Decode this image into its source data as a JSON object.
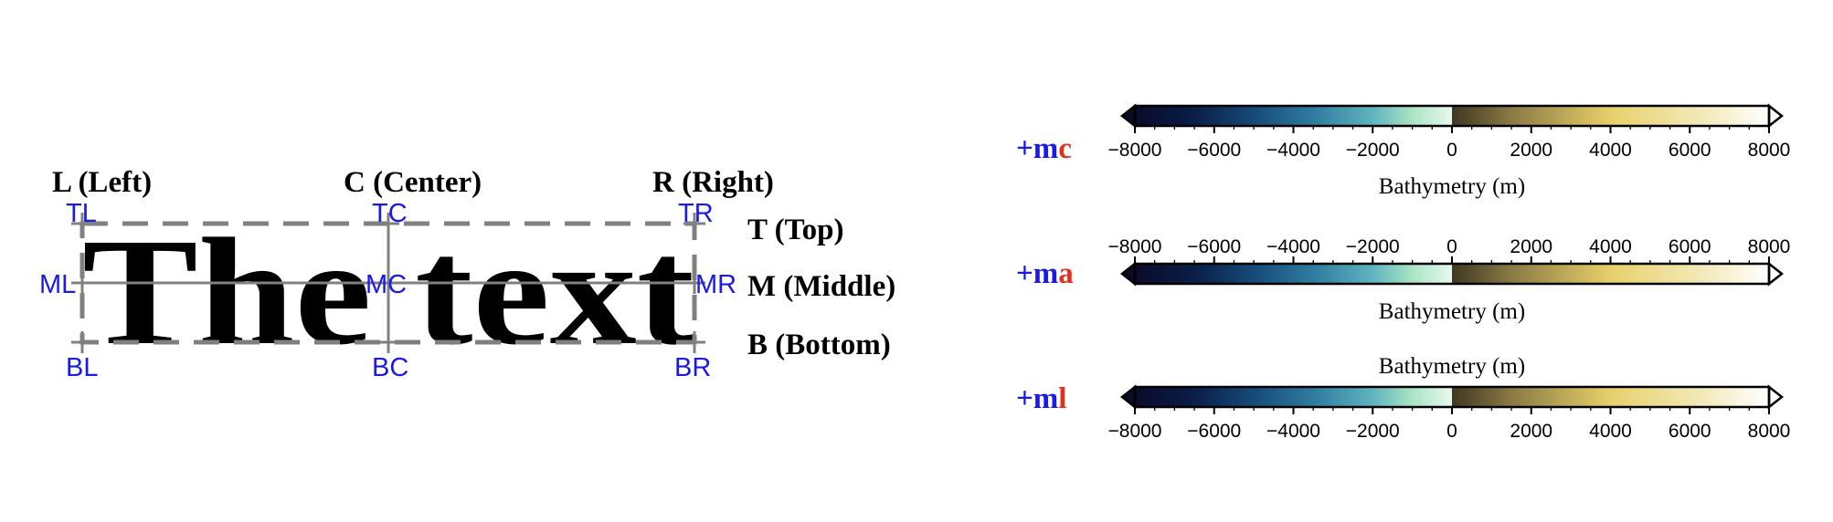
{
  "anchor_panel": {
    "big_text": "The text",
    "horizontal_labels": {
      "left": "L (Left)",
      "center": "C (Center)",
      "right": "R (Right)"
    },
    "vertical_labels": {
      "top": "T (Top)",
      "middle": "M (Middle)",
      "bottom": "B (Bottom)"
    },
    "anchors": {
      "tl": "TL",
      "tc": "TC",
      "tr": "TR",
      "ml": "ML",
      "mc": "MC",
      "mr": "MR",
      "bl": "BL",
      "bc": "BC",
      "br": "BR"
    }
  },
  "colorbar_panel": {
    "colorbars": [
      {
        "prefix": "+m",
        "suffix": "c",
        "label": "Bathymetry (m)"
      },
      {
        "prefix": "+m",
        "suffix": "a",
        "label": "Bathymetry (m)"
      },
      {
        "prefix": "+m",
        "suffix": "l",
        "label": "Bathymetry (m)"
      }
    ],
    "tick_labels": [
      "−8000",
      "−6000",
      "−4000",
      "−2000",
      "0",
      "2000",
      "4000",
      "6000",
      "8000"
    ],
    "range": [
      -8000,
      8000
    ],
    "gradient_stops": [
      {
        "value": -8000,
        "color": "#0b0b2a"
      },
      {
        "value": -6500,
        "color": "#0a1e48"
      },
      {
        "value": -5000,
        "color": "#164a78"
      },
      {
        "value": -3500,
        "color": "#2f7ba0"
      },
      {
        "value": -2000,
        "color": "#5fb4bf"
      },
      {
        "value": -1000,
        "color": "#a9e4c4"
      },
      {
        "value": -1,
        "color": "#e8f8f0"
      },
      {
        "value": 0,
        "color": "#3f3822"
      },
      {
        "value": 1500,
        "color": "#8a7a44"
      },
      {
        "value": 4000,
        "color": "#e7d06a"
      },
      {
        "value": 6500,
        "color": "#f4ecc0"
      },
      {
        "value": 8000,
        "color": "#ffffff"
      }
    ],
    "colors": {
      "prefix": "#1a1ae6",
      "suffix": "#e0301e"
    }
  },
  "colors": {
    "anchor_label": "#1a1ae6",
    "guide_line": "#808080",
    "text": "#000000"
  }
}
